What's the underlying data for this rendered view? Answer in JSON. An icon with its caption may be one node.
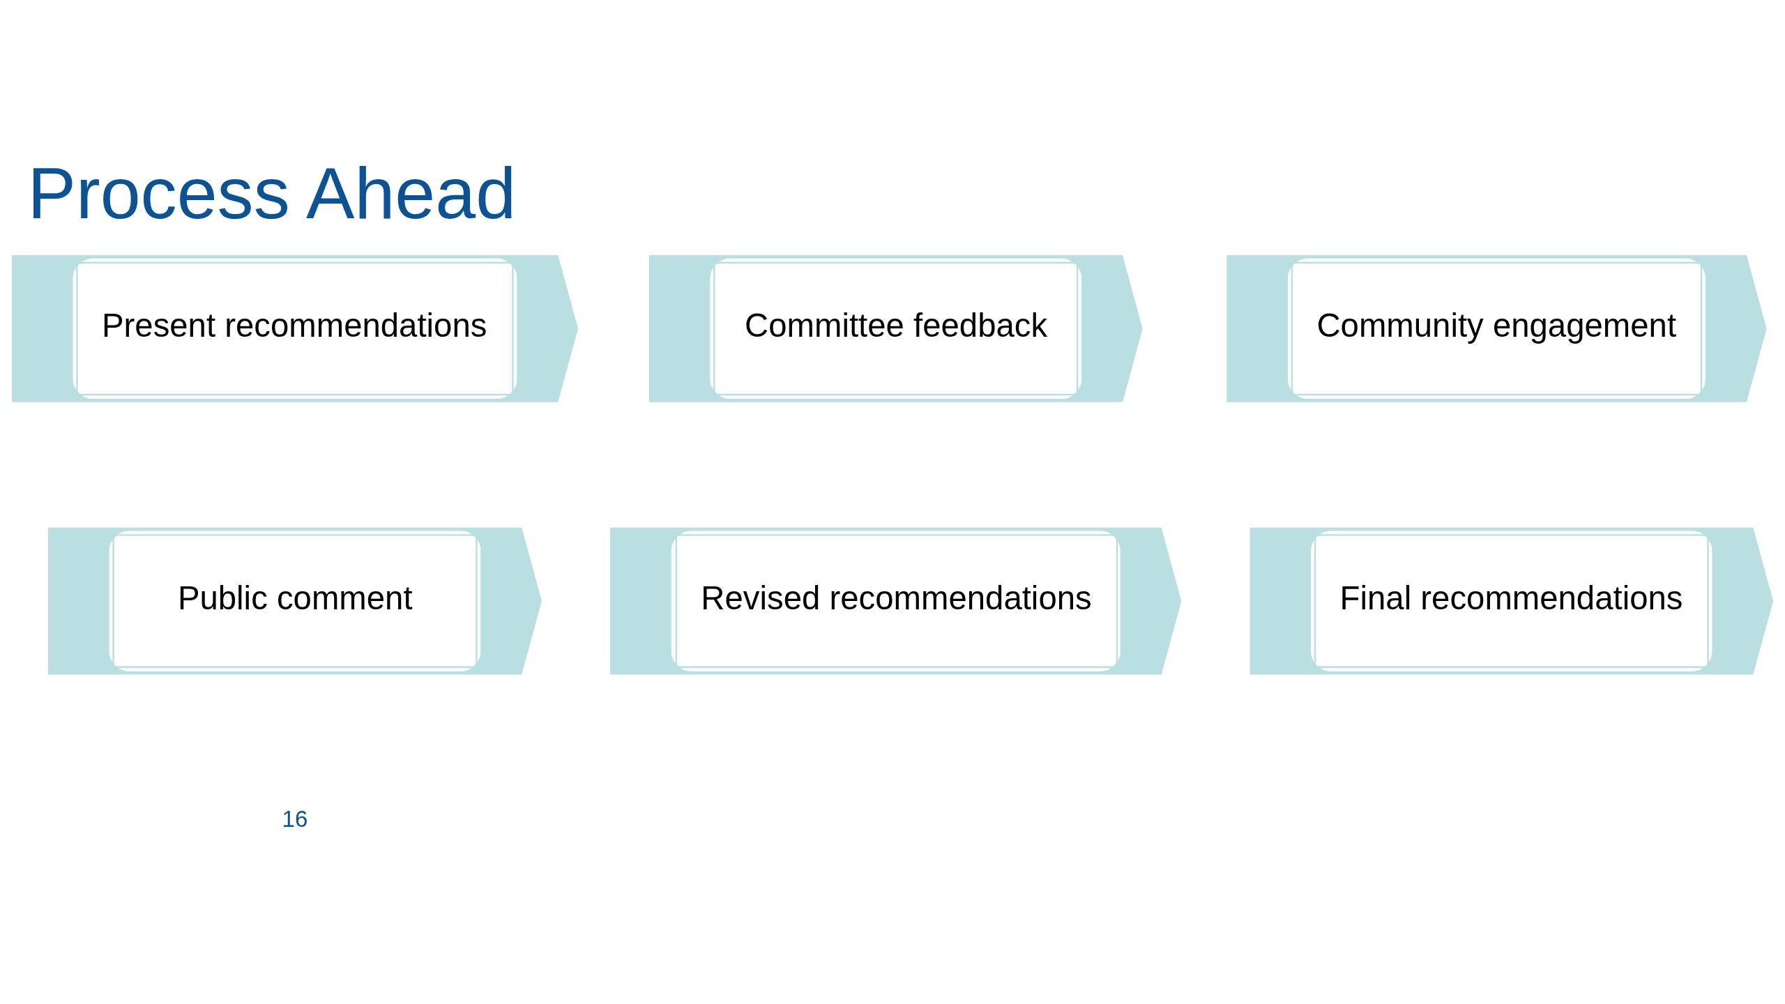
{
  "diagram": {
    "title": "Process Ahead",
    "nodes": [
      {
        "text": [
          "Present recommendations"
        ]
      },
      {
        "text": [
          "Committee feedback"
        ]
      },
      {
        "text": [
          "Community engagement"
        ]
      },
      {
        "text": [
          "Public comment"
        ]
      },
      {
        "text": [
          "Revised recommendations"
        ]
      },
      {
        "text": [
          "Final recommendations"
        ]
      }
    ],
    "edges": [],
    "labels": [
      "16"
    ]
  }
}
